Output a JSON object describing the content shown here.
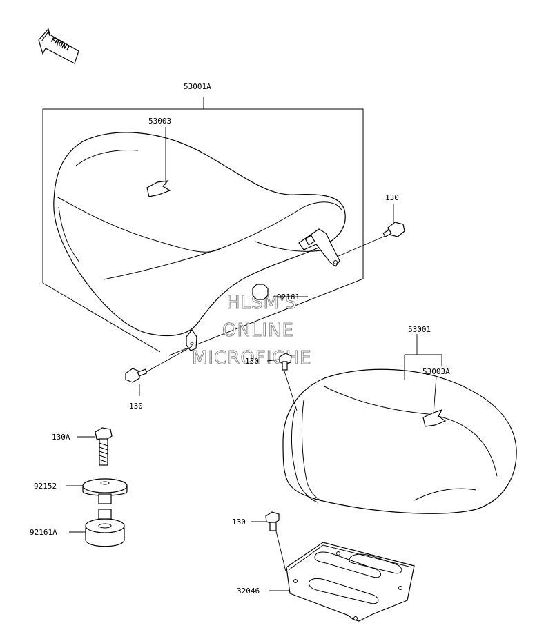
{
  "front_label": "FRONT",
  "watermark": [
    "HLSM'S",
    "ONLINE",
    "MICROFICHE"
  ],
  "labels": {
    "seat_assembly_a": "53001A",
    "strap_a": "53003",
    "bolt_right": "130",
    "nut_92161": "92161",
    "bolt_left": "130",
    "seat_assembly": "53001",
    "strap": "53003A",
    "bolt_center": "130",
    "bolt_130a": "130A",
    "washer": "92152",
    "damper": "92161A",
    "bolt_bracket": "130",
    "bracket": "32046"
  }
}
